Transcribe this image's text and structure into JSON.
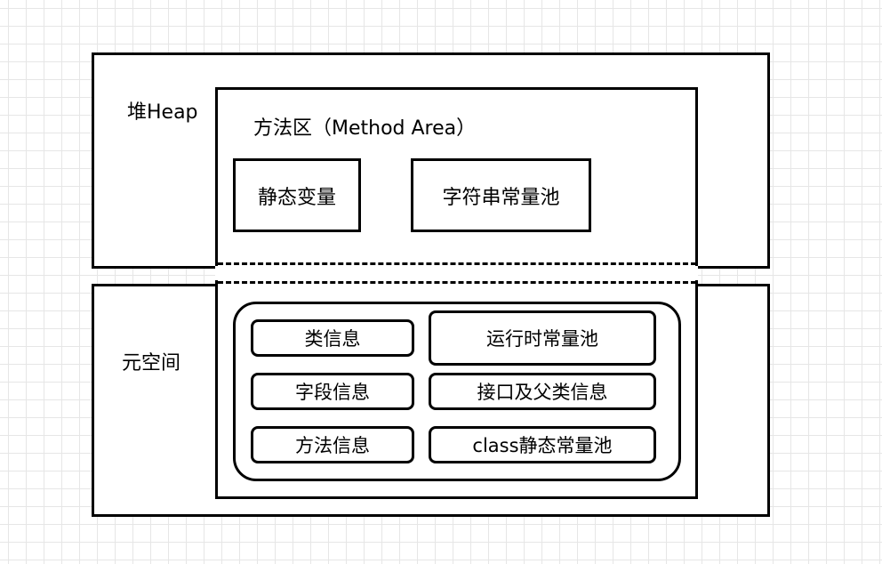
{
  "heap": {
    "label": "堆Heap"
  },
  "metaspace": {
    "label": "元空间"
  },
  "method_area": {
    "title": "方法区（Method Area）",
    "static_vars": "静态变量",
    "string_pool": "字符串常量池"
  },
  "inner": {
    "items_left": [
      "类信息",
      "字段信息",
      "方法信息"
    ],
    "items_right": [
      "运行时常量池",
      "接口及父类信息",
      "class静态常量池"
    ]
  }
}
